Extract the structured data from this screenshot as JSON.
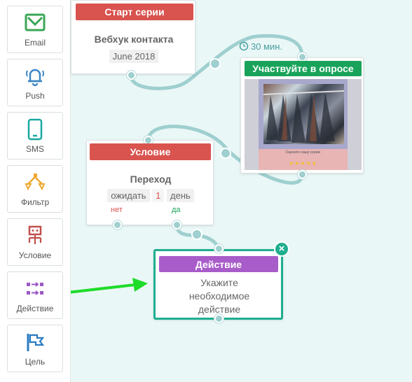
{
  "sidebar": {
    "items": [
      {
        "label": "Email",
        "icon": "email-icon"
      },
      {
        "label": "Push",
        "icon": "bell-icon"
      },
      {
        "label": "SMS",
        "icon": "phone-icon"
      },
      {
        "label": "Фильтр",
        "icon": "filter-icon"
      },
      {
        "label": "Условие",
        "icon": "condition-icon"
      },
      {
        "label": "Действие",
        "icon": "action-icon"
      },
      {
        "label": "Цель",
        "icon": "flag-icon"
      }
    ]
  },
  "nodes": {
    "start": {
      "header": "Старт серии",
      "title": "Вебхук контакта",
      "date": "June 2018",
      "color": "#d9534f"
    },
    "survey": {
      "header": "Участвуйте в опросе",
      "caption": "Оцените нашу серию",
      "delay": "30 мин.",
      "color": "#19a35a"
    },
    "condition": {
      "header": "Условие",
      "title": "Переход",
      "wait": "ожидать",
      "count": "1",
      "unit": "день",
      "no": "нет",
      "yes": "да",
      "color": "#d9534f"
    },
    "action": {
      "header": "Действие",
      "text": "Укажите необходимое действие",
      "color": "#a85cc9"
    }
  },
  "colors": {
    "accent": "#1fae8f",
    "wire": "#9fcfcf",
    "arrow": "#1fdc2a"
  }
}
